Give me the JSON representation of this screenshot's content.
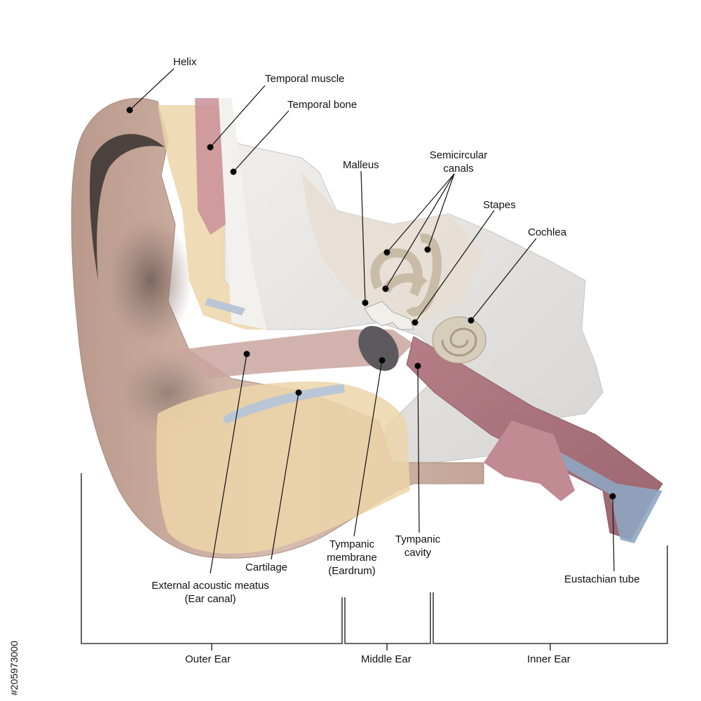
{
  "labels": {
    "helix": "Helix",
    "temporal_muscle": "Temporal muscle",
    "temporal_bone": "Temporal bone",
    "malleus": "Malleus",
    "semicircular_canals": [
      "Semicircular",
      "canals"
    ],
    "stapes": "Stapes",
    "cochlea": "Cochlea",
    "tympanic_cavity": [
      "Tympanic",
      "cavity"
    ],
    "tympanic_membrane": [
      "Tympanic",
      "membrane",
      "(Eardrum)"
    ],
    "cartilage": "Cartilage",
    "ear_canal": [
      "External acoustic meatus",
      "(Ear canal)"
    ],
    "eustachian_tube": "Eustachian tube"
  },
  "sections": {
    "outer": "Outer Ear",
    "middle": "Middle Ear",
    "inner": "Inner Ear"
  },
  "watermark": "#205973000",
  "colors": {
    "skin": "#c9ada0",
    "skin_dark": "#8f766d",
    "cartilage": "#ecd5a8",
    "bone": "#e8e6e2",
    "muscle": "#c98f98",
    "tube": "#b97f88",
    "ossicle": "#cdbfa8",
    "blue_tissue": "#8fa6c2"
  }
}
